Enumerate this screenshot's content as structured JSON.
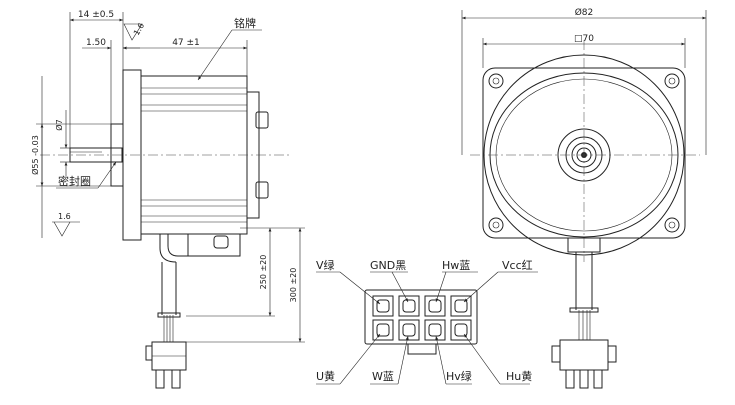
{
  "side_view": {
    "dims": {
      "shaft_length": "14 ±0.5",
      "flat_depth": "1.50",
      "body_length": "47 ±1",
      "pilot_diameter": "Ø55 -0.03",
      "shaft_diameter": "Ø7",
      "lead_250": "250 ±20",
      "lead_300": "300 ±20"
    },
    "surface_finish": [
      "1.6",
      "1.6"
    ],
    "callouts": {
      "nameplate": "铭牌",
      "seal_ring": "密封圈"
    }
  },
  "front_view": {
    "dims": {
      "outer_diameter": "Ø82",
      "flange_square": "□70"
    }
  },
  "connector": {
    "top_labels": [
      "V绿",
      "GND黑",
      "Hw蓝",
      "Vcc红"
    ],
    "bottom_labels": [
      "U黄",
      "W蓝",
      "Hv绿",
      "Hu黄"
    ]
  }
}
